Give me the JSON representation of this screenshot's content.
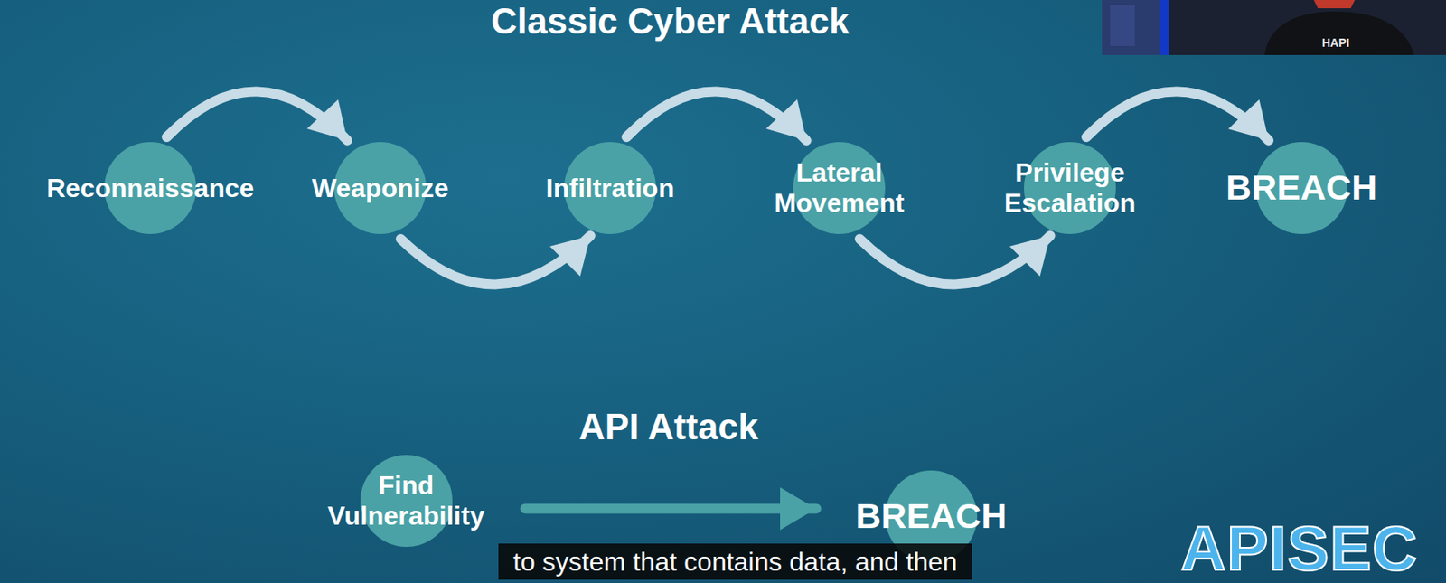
{
  "diagram": {
    "title": "Classic Cyber Attack",
    "nodes": [
      {
        "text": [
          "Reconnaissance"
        ]
      },
      {
        "text": [
          "Weaponize"
        ]
      },
      {
        "text": [
          "Infiltration"
        ]
      },
      {
        "text": [
          "Lateral Movement"
        ]
      },
      {
        "text": [
          "Privilege Escalation"
        ]
      },
      {
        "text": [
          "BREACH"
        ]
      },
      {
        "text": [
          "Find Vulnerability"
        ]
      },
      {
        "text": [
          "BREACH"
        ]
      }
    ],
    "edges": [
      {
        "from": 0,
        "to": 1,
        "arrow": "to"
      },
      {
        "from": 1,
        "to": 2,
        "arrow": "to"
      },
      {
        "from": 2,
        "to": 3,
        "arrow": "to"
      },
      {
        "from": 3,
        "to": 4,
        "arrow": "to"
      },
      {
        "from": 4,
        "to": 5,
        "arrow": "to"
      },
      {
        "from": 6,
        "to": 7,
        "arrow": "to"
      }
    ],
    "labels": [
      "API Attack",
      "to system that contains data, and then",
      "HAPI",
      "APISEC"
    ]
  }
}
